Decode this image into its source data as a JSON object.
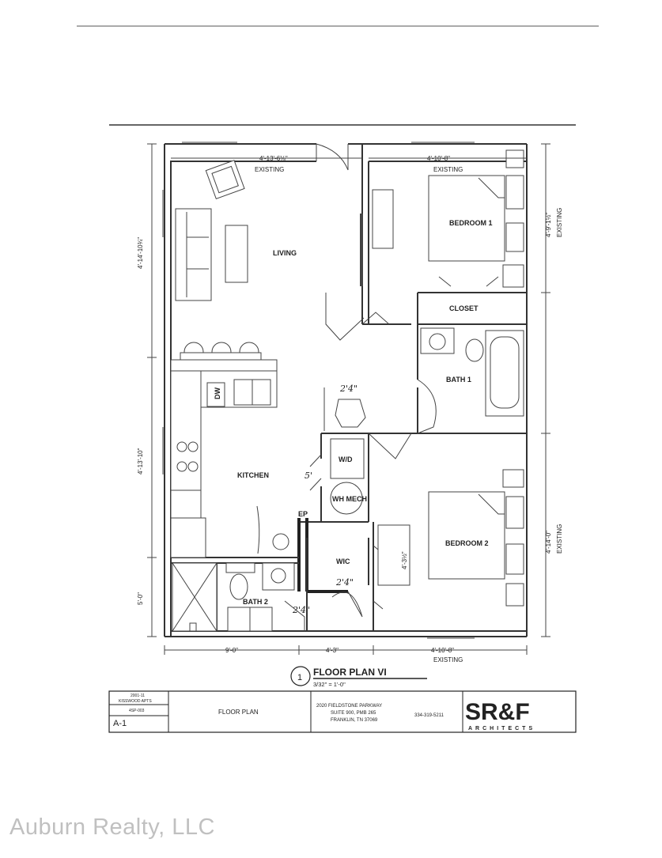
{
  "rooms": {
    "living": "LIVING",
    "bedroom1": "BEDROOM 1",
    "bedroom2": "BEDROOM 2",
    "closet": "CLOSET",
    "bath1": "BATH 1",
    "bath2": "BATH 2",
    "kitchen": "KITCHEN",
    "wd": "W/D",
    "wh_mech": "WH MECH",
    "wic": "WIC",
    "ep": "EP",
    "dw": "DW"
  },
  "dimensions": {
    "top_living": "4'-13'-6⅛\"",
    "top_living_note": "EXISTING",
    "top_bed1": "4'-10'-8\"",
    "top_bed1_note": "EXISTING",
    "right_bed1": "4'-9'-1½\"",
    "right_bed1_note": "EXISTING",
    "right_bed2": "4'-14'-0\"",
    "right_bed2_note": "EXISTING",
    "left_living": "4'-14'-10¾\"",
    "left_kitchen": "4'-13'-10\"",
    "left_bath": "5'-0\"",
    "bottom_bath2": "9'-0\"",
    "bottom_wic": "4'-3\"",
    "bottom_bed2": "4'-10'-8\"",
    "bottom_bed2_note": "EXISTING",
    "wic_side": "4'-3½\""
  },
  "annotations": {
    "hall_width": "2'4\"",
    "kitchen_hall": "5'",
    "wic_door": "2'4\"",
    "bath2_door": "2'4\""
  },
  "plan_caption": {
    "number": "1",
    "title": "FLOOR PLAN VI",
    "scale": "3/32\" = 1'-0\""
  },
  "title_block": {
    "project_line1": "2001-11",
    "project_line2": "KISSWOOD APTS",
    "project_line3": "4SP-003",
    "sheet": "A-1",
    "sheet_title": "FLOOR PLAN",
    "address1": "2020 FIELDSTONE PARKWAY",
    "address2": "SUITE 900, PMB 265",
    "address3": "FRANKLIN, TN 37069",
    "phone": "334-319-5211",
    "firm_logo": "SR&F",
    "firm_subtitle": "ARCHITECTS"
  },
  "watermark": "Auburn Realty, LLC"
}
